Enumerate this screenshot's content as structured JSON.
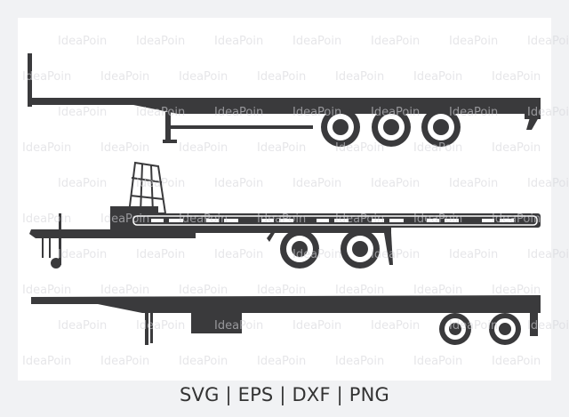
{
  "watermark": "IdeaPoin",
  "formats_label": "SVG | EPS | DXF | PNG",
  "colors": {
    "silhouette": "#3a3a3c",
    "background": "#f1f2f4",
    "panel": "#ffffff"
  },
  "illustrations": [
    "flatbed-semi-trailer-tri-axle",
    "car-hauler-tandem-trailer",
    "flatbed-semi-trailer-tandem-axle"
  ]
}
